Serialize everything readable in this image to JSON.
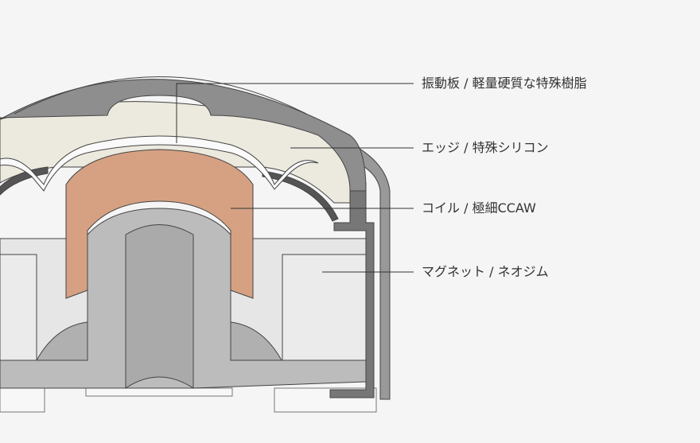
{
  "labels": {
    "diaphragm": "振動板 / 軽量硬質な特殊樹脂",
    "edge": "エッジ / 特殊シリコン",
    "coil": "コイル / 極細CCAW",
    "magnet": "マグネット / ネオジム"
  },
  "colors": {
    "background": "#f5f5f5",
    "grille": "#8e8e8e",
    "diaphragm": "#ece9df",
    "coil": "#d5a182",
    "pole": "#bcbcbc",
    "magnet": "#e6e6e6",
    "frame": "#777777"
  }
}
